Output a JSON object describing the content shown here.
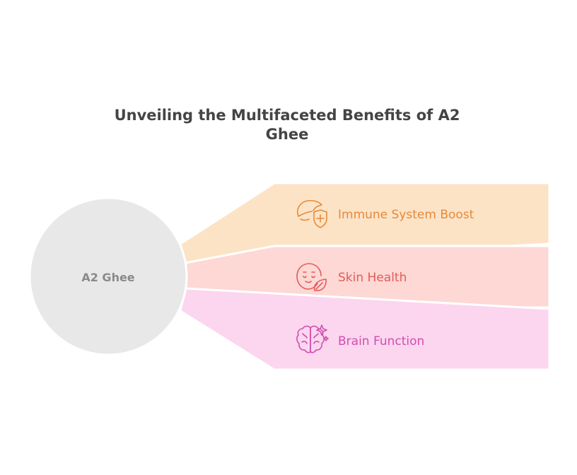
{
  "title": {
    "line1": "Unveiling the Multifaceted Benefits of A2",
    "line2": "Ghee"
  },
  "center": {
    "label": "A2 Ghee",
    "color": "#e8e8e8"
  },
  "benefits": [
    {
      "label": "Immune System Boost",
      "icon": "leaf-shield-icon",
      "fill": "#fde3c6",
      "accent": "#e58a3a"
    },
    {
      "label": "Skin Health",
      "icon": "face-leaf-icon",
      "fill": "#fdd8d4",
      "accent": "#e25b5b"
    },
    {
      "label": "Brain Function",
      "icon": "brain-sparkle-icon",
      "fill": "#fcd5ee",
      "accent": "#cf4fb0"
    }
  ]
}
